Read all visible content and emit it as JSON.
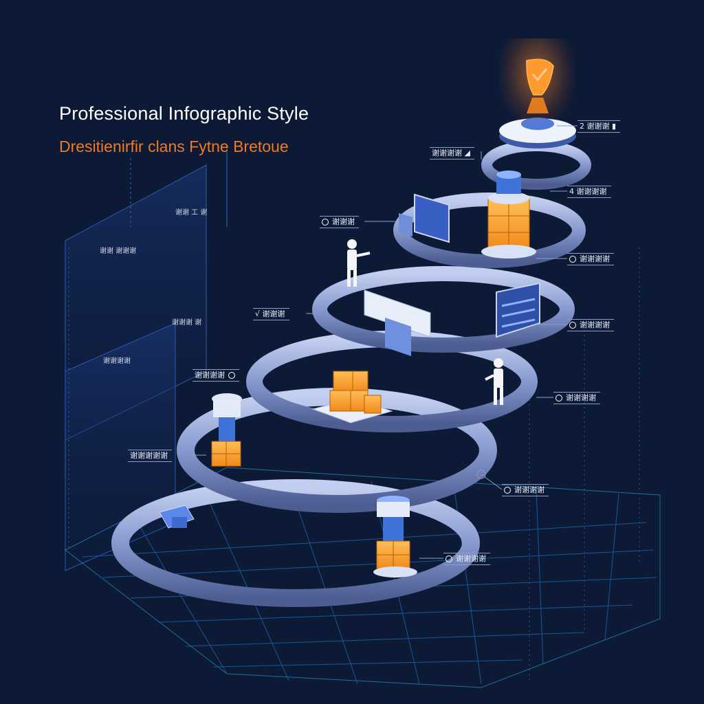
{
  "header": {
    "title": "Professional Infographic Style",
    "subtitle": "Dresitienirfir clans Fytne Bretoue"
  },
  "colors": {
    "background": "#0d1a36",
    "accent_orange": "#ef7a22",
    "ring_blue": "#8ea2d6",
    "grid_cyan": "#2aa8e0"
  },
  "right_tags": [
    {
      "text": "2 谢谢谢 ▮",
      "icon": "number-icon"
    },
    {
      "text": "谢谢谢谢 ◢",
      "icon": "none"
    },
    {
      "text": "4 谢谢谢谢",
      "icon": "circle-icon"
    },
    {
      "text": "谢谢谢谢",
      "icon": "circle-icon"
    },
    {
      "text": "谢谢谢谢",
      "icon": "circle-icon"
    },
    {
      "text": "谢谢谢谢",
      "icon": "circle-icon"
    },
    {
      "text": "谢谢谢谢",
      "icon": "circle-icon"
    },
    {
      "text": "谢谢谢谢",
      "icon": "circle-icon"
    }
  ],
  "left_tags": [
    {
      "text": "谢谢谢",
      "icon": "circle-icon"
    },
    {
      "text": "√ 谢谢谢",
      "icon": "check-icon"
    },
    {
      "text": "谢谢谢谢",
      "icon": "circle-icon"
    },
    {
      "text": "谢谢谢谢谢",
      "icon": "none"
    }
  ],
  "panel_labels": [
    "谢谢 工 谢",
    "谢谢 谢谢谢",
    "谢谢谢 谢",
    "谢谢谢谢"
  ]
}
